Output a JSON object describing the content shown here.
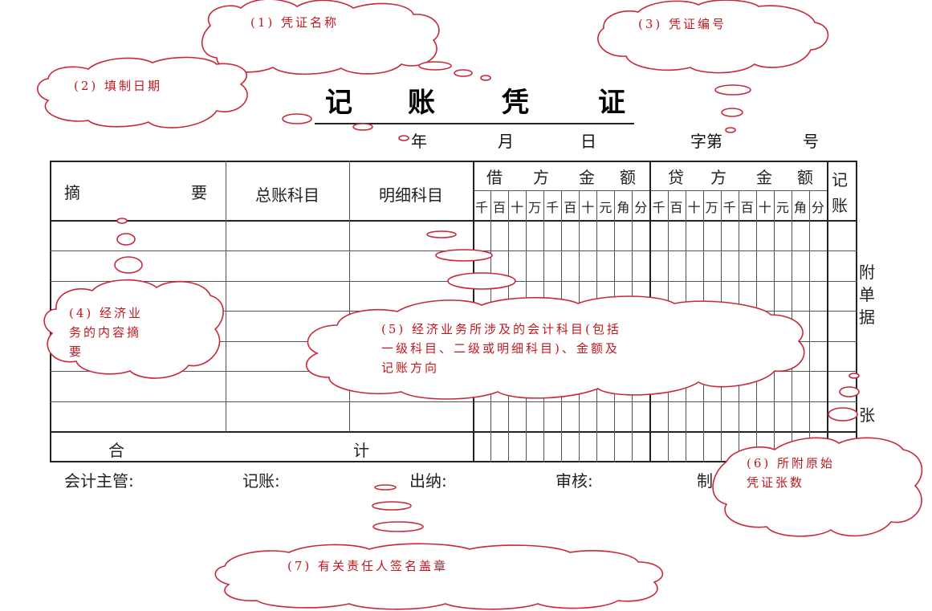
{
  "voucher": {
    "title_chars": [
      "记",
      "账",
      "凭",
      "证"
    ],
    "date": {
      "year": "年",
      "month": "月",
      "day": "日"
    },
    "number": {
      "prefix": "字第",
      "suffix": "号"
    },
    "headers": {
      "summary_left": "摘",
      "summary_right": "要",
      "general_ledger": "总账科目",
      "detail_account": "明细科目",
      "debit": [
        "借",
        "方",
        "金",
        "额"
      ],
      "credit": [
        "贷",
        "方",
        "金",
        "额"
      ],
      "posted_top": "记",
      "posted_bottom": "账",
      "digit_units": [
        "千",
        "百",
        "十",
        "万",
        "千",
        "百",
        "十",
        "元",
        "角",
        "分"
      ]
    },
    "body_rows": 7,
    "total_row": {
      "left": "合",
      "right": "计"
    },
    "attachments": {
      "label_chars": [
        "附",
        "单",
        "据"
      ],
      "unit": "张"
    },
    "signatures": [
      {
        "label": "会计主管:"
      },
      {
        "label": "记账:"
      },
      {
        "label": "出纳:"
      },
      {
        "label": "审核:"
      },
      {
        "label": "制"
      }
    ]
  },
  "annotations": [
    {
      "id": 1,
      "text": "(1) 凭证名称"
    },
    {
      "id": 2,
      "text": "(2) 填制日期"
    },
    {
      "id": 3,
      "text": "(3) 凭证编号"
    },
    {
      "id": 4,
      "lines": [
        "(4) 经济业",
        "务的内容摘",
        "要"
      ]
    },
    {
      "id": 5,
      "lines": [
        "(5) 经济业务所涉及的会计科目(包括",
        "一级科目、二级或明细科目)、金额及",
        "记账方向"
      ]
    },
    {
      "id": 6,
      "lines": [
        "(6) 所附原始",
        "凭证张数"
      ]
    },
    {
      "id": 7,
      "text": "(7) 有关责任人签名盖章"
    }
  ],
  "colors": {
    "annotation_stroke": "#c8283a",
    "annotation_text": "#c0181f",
    "grid": "#555555"
  }
}
